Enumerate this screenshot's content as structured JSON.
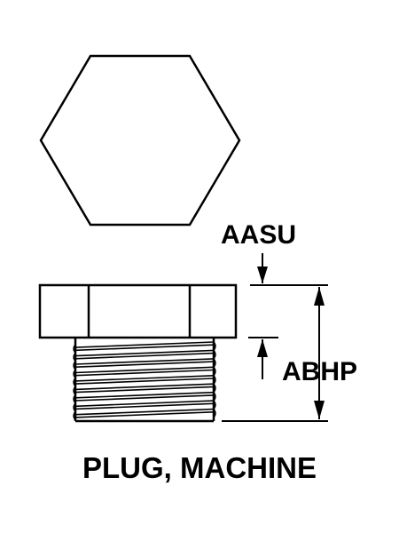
{
  "labels": {
    "top_dim": "AASU",
    "side_dim": "ABHP",
    "caption": "PLUG, MACHINE"
  },
  "thread_turns": 9,
  "colors": {
    "line": "#000000",
    "background": "#ffffff"
  }
}
